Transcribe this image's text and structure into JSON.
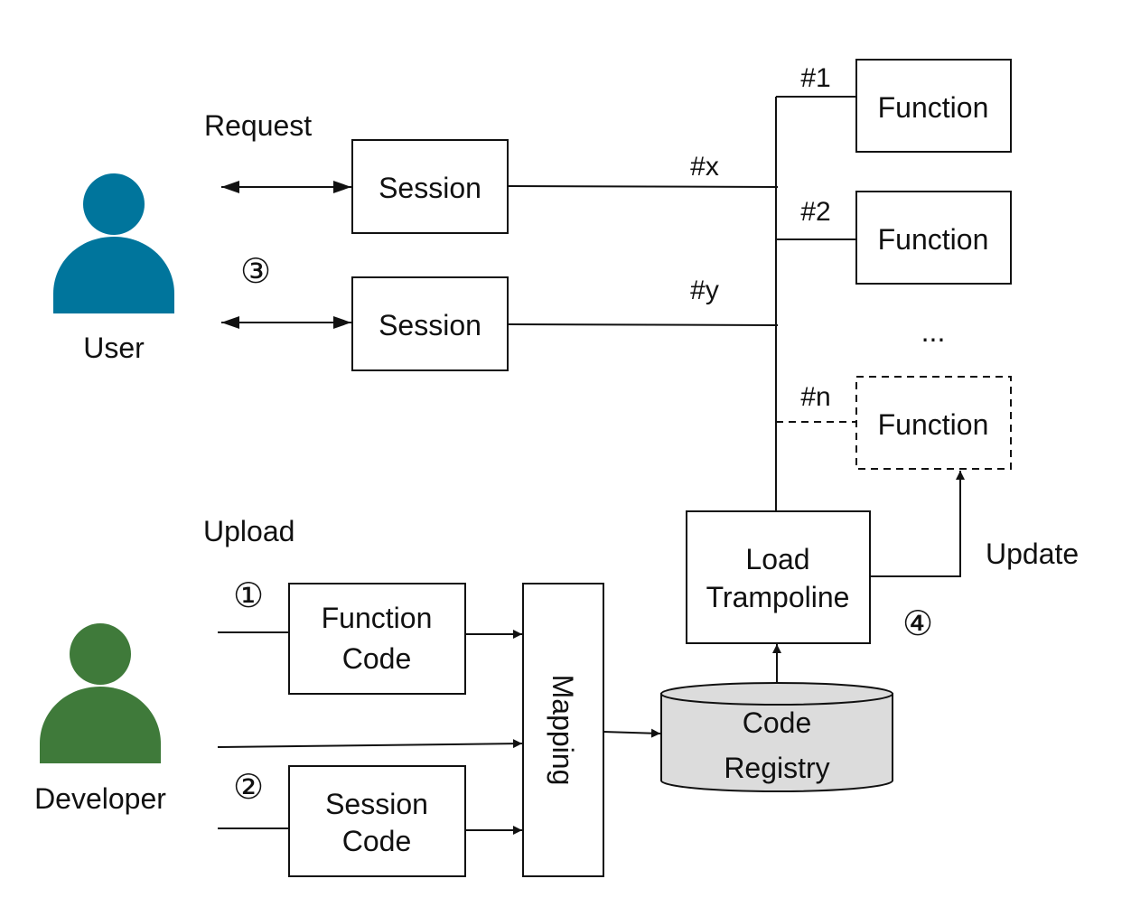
{
  "actors": {
    "user": {
      "label": "User",
      "color": "#00759c",
      "icon": "person-icon"
    },
    "developer": {
      "label": "Developer",
      "color": "#3f7a3a",
      "icon": "person-icon"
    }
  },
  "labels": {
    "request": "Request",
    "upload": "Upload",
    "update": "Update",
    "ellipsis": "...",
    "step1": "①",
    "step2": "②",
    "step3": "③",
    "step4": "④"
  },
  "sessions": [
    {
      "label": "Session",
      "route": "#x"
    },
    {
      "label": "Session",
      "route": "#y"
    }
  ],
  "functions": [
    {
      "label": "Function",
      "index": "#1",
      "style": "solid"
    },
    {
      "label": "Function",
      "index": "#2",
      "style": "solid"
    },
    {
      "label": "Function",
      "index": "#n",
      "style": "dashed"
    }
  ],
  "function_code": {
    "line1": "Function",
    "line2": "Code"
  },
  "session_code": {
    "line1": "Session",
    "line2": "Code"
  },
  "mapping": "Mapping",
  "registry": {
    "line1": "Code",
    "line2": "Registry",
    "color": "#dcdcdc"
  },
  "trampoline": {
    "line1": "Load",
    "line2": "Trampoline"
  }
}
